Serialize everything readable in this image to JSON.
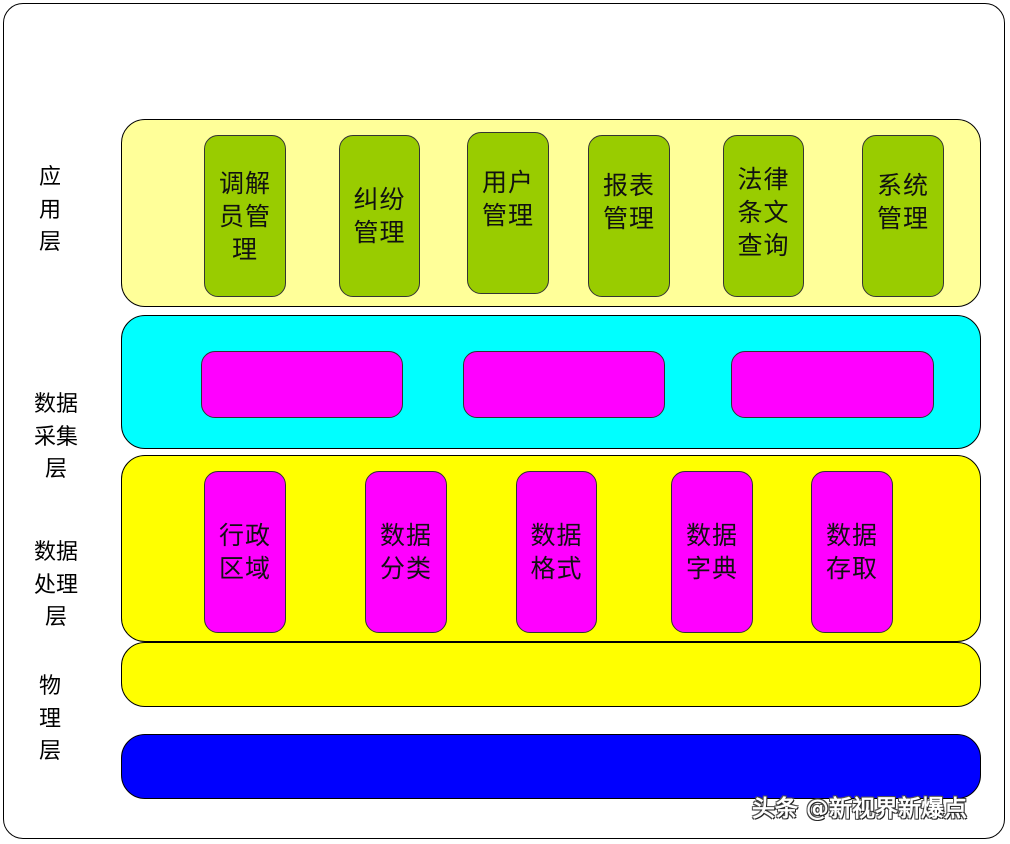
{
  "colors": {
    "app_layer": "#FFFF99",
    "app_box": "#99CC00",
    "collect_layer": "#00FFFF",
    "magenta_box": "#FF00FF",
    "process_layer": "#FFFF00",
    "physical_layer_top": "#FFFF00",
    "physical_layer_bottom": "#0000FF"
  },
  "layer_labels": [
    {
      "name": "application-layer-label",
      "lines": [
        "应",
        "用",
        "层"
      ]
    },
    {
      "name": "data-collection-layer-label",
      "lines": [
        "数据",
        "采集",
        "层"
      ]
    },
    {
      "name": "data-processing-layer-label",
      "lines": [
        "数据",
        "处理",
        "层"
      ]
    },
    {
      "name": "physical-layer-label",
      "lines": [
        "物",
        "理",
        "层"
      ]
    }
  ],
  "application_layer": {
    "modules": [
      {
        "lines": [
          "调解",
          "员管",
          "理"
        ]
      },
      {
        "lines": [
          "纠纷",
          "管理"
        ]
      },
      {
        "lines": [
          "用户",
          "管理"
        ]
      },
      {
        "lines": [
          "报表",
          "管理"
        ]
      },
      {
        "lines": [
          "法律",
          "条文",
          "查询"
        ]
      },
      {
        "lines": [
          "系统",
          "管理"
        ]
      }
    ]
  },
  "data_collection_layer": {
    "modules": [
      {
        "lines": []
      },
      {
        "lines": []
      },
      {
        "lines": []
      }
    ]
  },
  "data_processing_layer": {
    "modules": [
      {
        "lines": [
          "行政",
          "区域"
        ]
      },
      {
        "lines": [
          "数据",
          "分类"
        ]
      },
      {
        "lines": [
          "数据",
          "格式"
        ]
      },
      {
        "lines": [
          "数据",
          "字典"
        ]
      },
      {
        "lines": [
          "数据",
          "存取"
        ]
      }
    ]
  },
  "watermark": "头条 @新视界新爆点"
}
